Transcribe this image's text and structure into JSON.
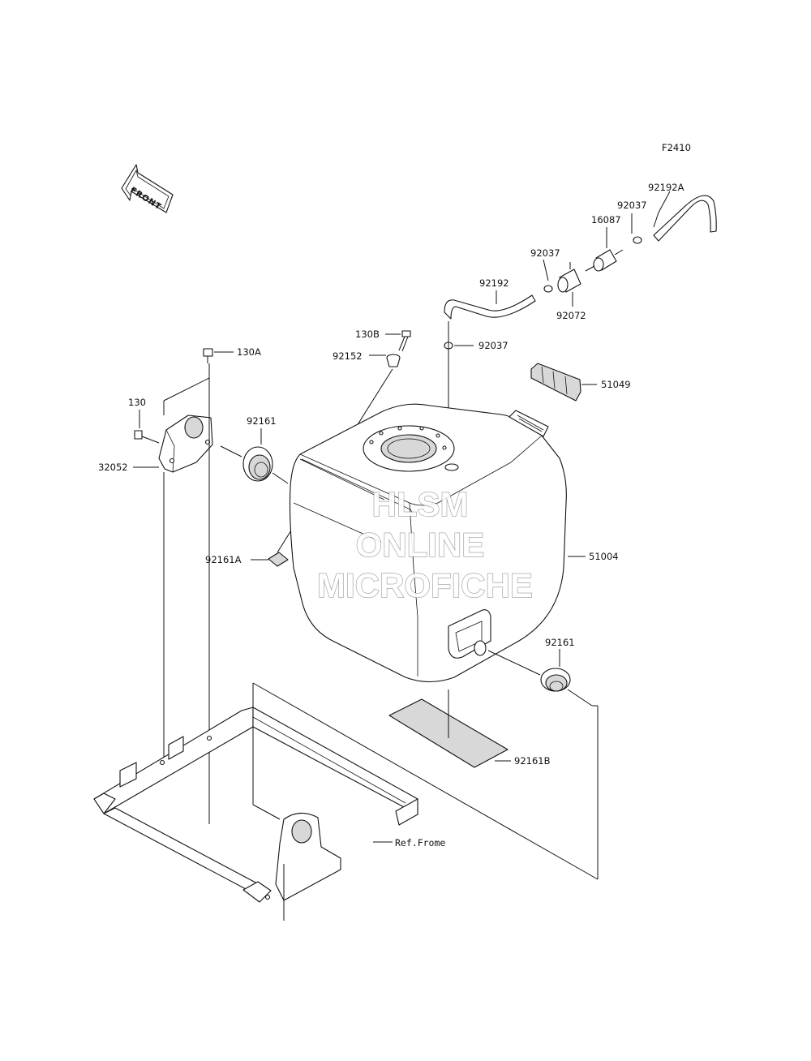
{
  "figure_code": "F2410",
  "front_label": "FRONT",
  "watermark": {
    "line1": "HLSM",
    "line2": "ONLINE",
    "line3": "MICROFICHE"
  },
  "labels": {
    "p92192A": "92192A",
    "p92037_top": "92037",
    "p16087": "16087",
    "p92037_mid": "92037",
    "p92192": "92192",
    "p92072": "92072",
    "p130B": "130B",
    "p92152": "92152",
    "p92037_low": "92037",
    "p51049": "51049",
    "p130A": "130A",
    "p130": "130",
    "p92161_left": "92161",
    "p32052": "32052",
    "p92161A": "92161A",
    "p51004": "51004",
    "p92161_right": "92161",
    "p92161B": "92161B",
    "ref_frame": "Ref.Frome"
  }
}
